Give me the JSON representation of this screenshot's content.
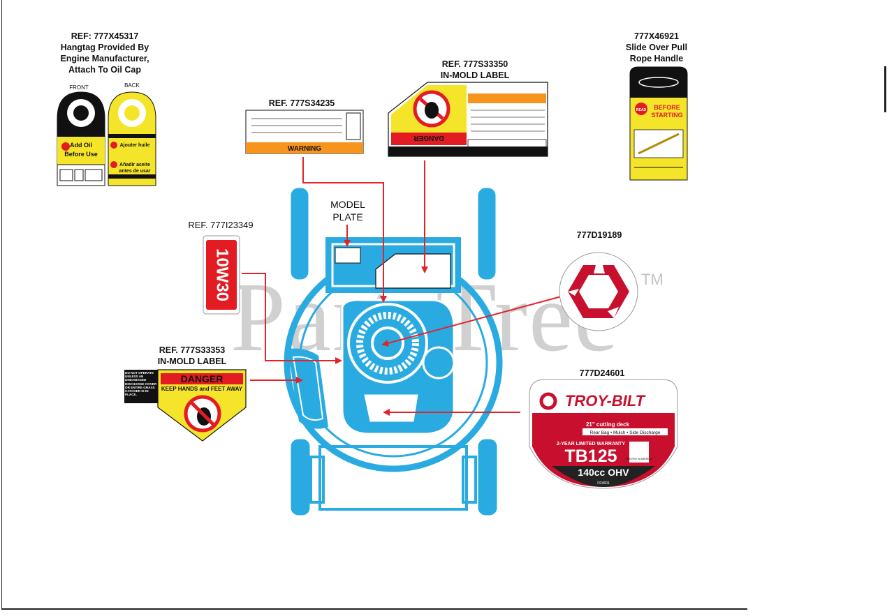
{
  "labels": {
    "hangtag": {
      "line1": "REF: 777X45317",
      "line2": "Hangtag Provided By",
      "line3": "Engine Manufacturer,",
      "line4": "Attach To Oil Cap"
    },
    "pull_handle": {
      "line1": "777X46921",
      "line2": "Slide Over Pull",
      "line3": "Rope Handle"
    },
    "inmold_top": {
      "line1": "REF. 777S33350",
      "line2": "IN-MOLD LABEL"
    },
    "warning_label": {
      "line1": "REF. 777S34235"
    },
    "model_plate": {
      "line1": "MODEL",
      "line2": "PLATE"
    },
    "oil_label": {
      "line1": "REF. 777I23349"
    },
    "hex_decal": {
      "line1": "777D19189"
    },
    "inmold_left": {
      "line1": "REF. 777S33353",
      "line2": "IN-MOLD LABEL"
    },
    "brand_decal": {
      "line1": "777D24601"
    }
  },
  "decal_text": {
    "hangtag_front": "FRONT",
    "hangtag_back": "BACK",
    "hangtag_front_msg1": "Add Oil",
    "hangtag_front_msg2": "Before Use",
    "hangtag_back_msg1": "Ajouter huile",
    "hangtag_back_msg2": "Añadir aceite",
    "hangtag_back_msg3": "antes de usar",
    "oil_grade": "10W30",
    "warning_word": "WARNING",
    "danger_word": "DANGER",
    "danger_sub": "KEEP HANDS and FEET AWAY",
    "danger_side_note": "DO NOT OPERATE UNLESS AN UNDAMAGED DISCHARGE COVER OR ENTIRE GRASS CATCHER IS IN PLACE.",
    "pull_read": "READ",
    "pull_before": "BEFORE",
    "pull_starting": "STARTING",
    "brand_name": "TROY-BILT",
    "brand_deck": "21\" cutting deck",
    "brand_modes": "Rear Bag • Mulch • Side Discharge",
    "brand_warranty": "2-YEAR LIMITED WARRANTY",
    "brand_model": "TB125",
    "brand_engine": "140cc OHV",
    "brand_code": "D24601",
    "brand_rooted": "ROOTED IN AMERICA"
  },
  "watermark": {
    "text": "PartsTree",
    "mark": "TM"
  },
  "colors": {
    "mower": "#29abe2",
    "callout": "#e3232b",
    "danger_red": "#e31b23",
    "caution_yellow": "#f5e52a",
    "warning_orange": "#f7941d",
    "brand_red": "#c8102e"
  }
}
